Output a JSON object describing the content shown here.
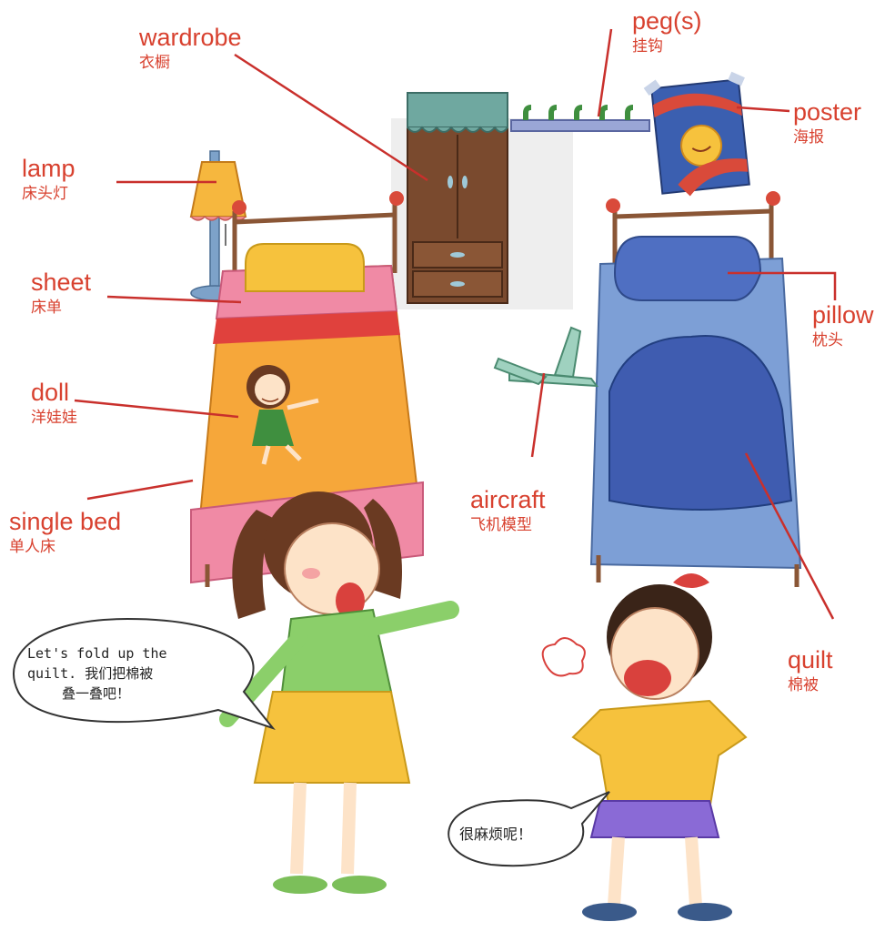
{
  "labels": {
    "wardrobe": {
      "en": "wardrobe",
      "zh": "衣橱"
    },
    "pegs": {
      "en": "peg(s)",
      "zh": "挂钩"
    },
    "poster": {
      "en": "poster",
      "zh": "海报"
    },
    "lamp": {
      "en": "lamp",
      "zh": "床头灯"
    },
    "sheet": {
      "en": "sheet",
      "zh": "床单"
    },
    "pillow": {
      "en": "pillow",
      "zh": "枕头"
    },
    "doll": {
      "en": "doll",
      "zh": "洋娃娃"
    },
    "aircraft": {
      "en": "aircraft",
      "zh": "飞机模型"
    },
    "single_bed": {
      "en": "single bed",
      "zh": "单人床"
    },
    "quilt": {
      "en": "quilt",
      "zh": "棉被"
    }
  },
  "speech": {
    "girl_line1": "Let's fold up the",
    "girl_line2": "quilt. 我们把棉被",
    "girl_line3": "叠一叠吧！",
    "boy": "很麻烦呢！"
  },
  "colors": {
    "label": "#d8412f",
    "line": "#c9302c"
  }
}
